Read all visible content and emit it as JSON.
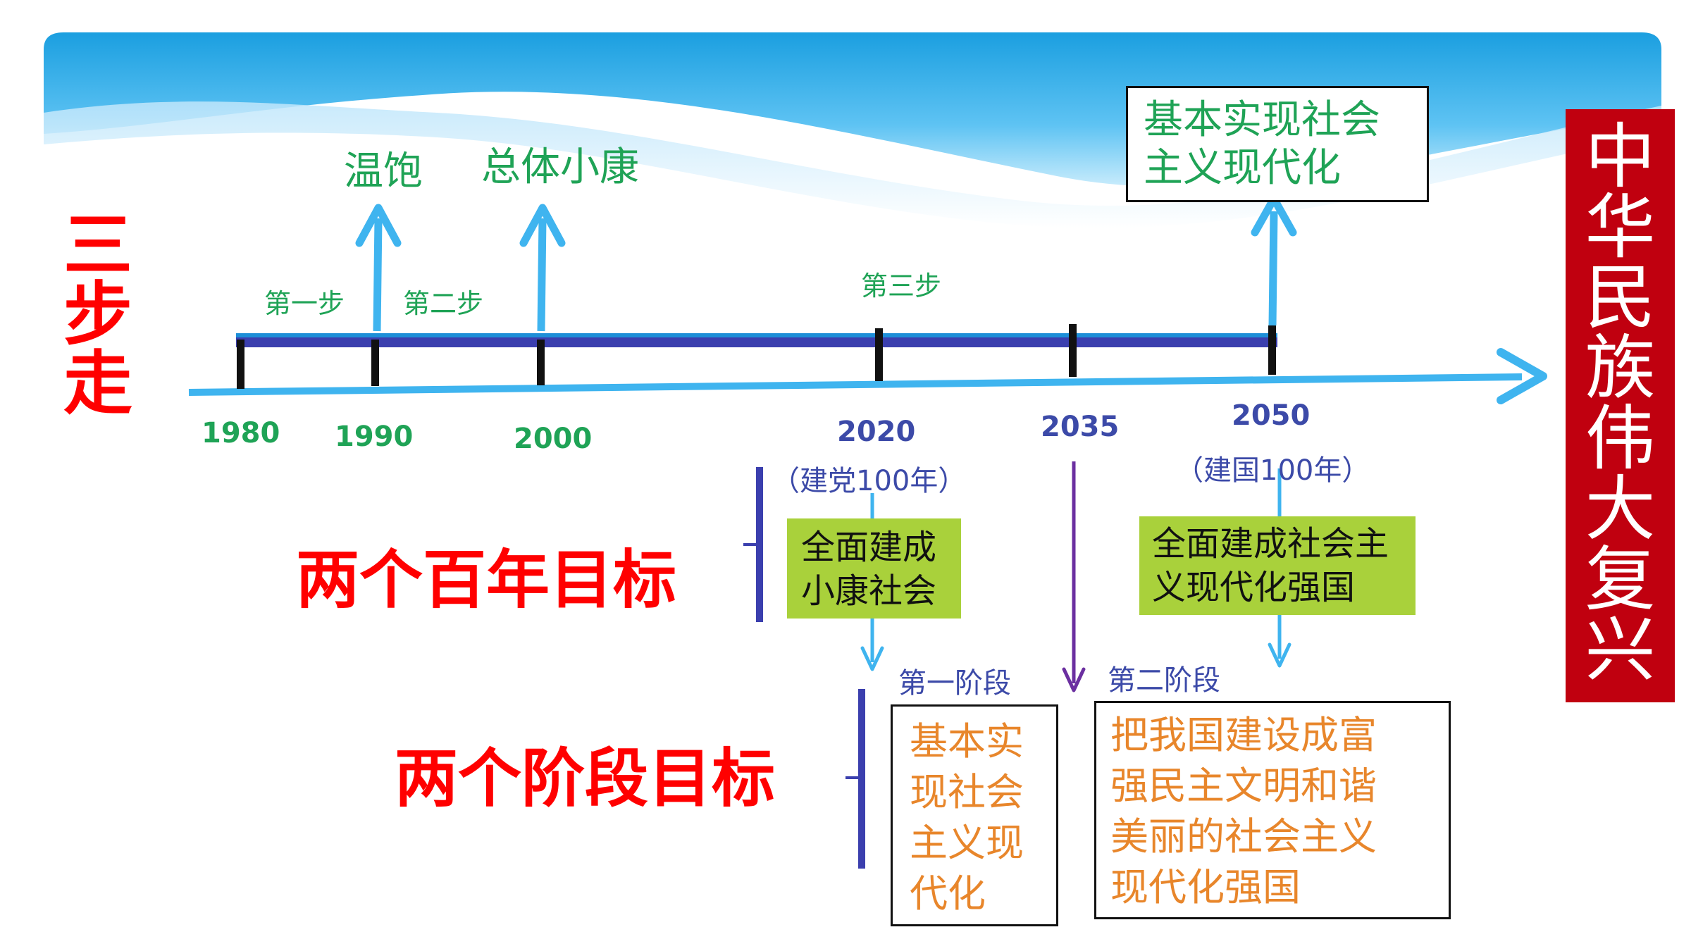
{
  "title_three_steps": [
    "三",
    "步",
    "走"
  ],
  "right_banner": [
    "中",
    "华",
    "民",
    "族",
    "伟",
    "大",
    "复",
    "兴"
  ],
  "milestones_top": {
    "wenbao": "温饱",
    "xiaokang": "总体小康",
    "basic_modern_line1": "基本实现社会",
    "basic_modern_line2": "主义现代化"
  },
  "steps": {
    "first": "第一步",
    "second": "第二步",
    "third": "第三步"
  },
  "years": {
    "y1980": "1980",
    "y1990": "1990",
    "y2000": "2000",
    "y2020": "2020",
    "y2035": "2035",
    "y2050": "2050"
  },
  "centenary": {
    "party": "（建党100年）",
    "nation": "（建国100年）"
  },
  "two_centenary_goals": "两个百年目标",
  "two_stage_goals": "两个阶段目标",
  "goal_2020": [
    "全面建成",
    "小康社会"
  ],
  "goal_2050": [
    "全面建成社会主",
    "义现代化强国"
  ],
  "stages": {
    "first": "第一阶段",
    "second": "第二阶段"
  },
  "stage1_goal": [
    "基本实",
    "现社会",
    "主义现",
    "代化"
  ],
  "stage2_goal": [
    "把我国建设成富",
    "强民主文明和谐",
    "美丽的社会主义",
    "现代化强国"
  ],
  "colors": {
    "banner_red": "#c0000f",
    "timeline_blue": "#3fb4ef",
    "bar_navy": "#3b3fae",
    "label_green": "#1fa356",
    "title_red": "#ff0000",
    "orange_text": "#e8862b",
    "lime_box": "#a9d13b",
    "purple_arrow": "#6b2fa0"
  }
}
